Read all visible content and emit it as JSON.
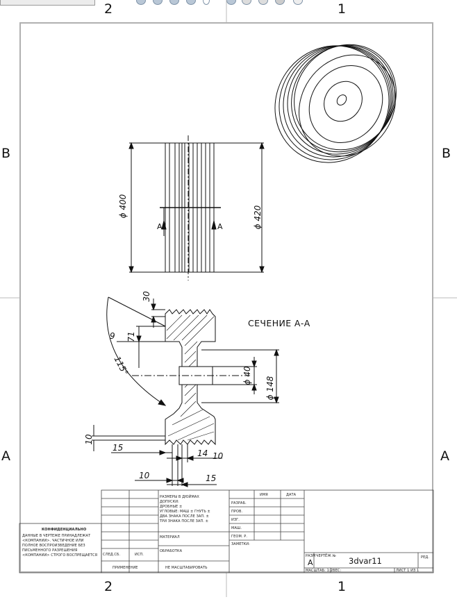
{
  "zones": {
    "top_left": "2",
    "top_right": "1",
    "bottom_left": "2",
    "bottom_right": "1",
    "left_upper": "B",
    "right_upper": "B",
    "left_lower": "A",
    "right_lower": "A"
  },
  "section": {
    "title": "СЕЧЕНИЕ А-А",
    "arrow_label": "A"
  },
  "dimensions": {
    "d400": "ϕ 400",
    "d420": "ϕ 420",
    "d40": "ϕ 40",
    "d148": "ϕ 148",
    "d30": "30",
    "d9": "9",
    "d71": "71",
    "angle": "115°",
    "d10_left": "10",
    "d15_a": "15",
    "d14": "14",
    "d10_b": "10",
    "d10_c": "10",
    "d15_b": "15"
  },
  "title_block": {
    "notes": [
      "РАЗМЕРЫ В ДЮЙМАХ",
      "ДОПУСКИ:",
      "ДРОБНЫЕ ±",
      "УГЛОВЫЕ: МАШ ±    ГНУТЬ ±",
      "ДВА ЗНАКА ПОСЛЕ ЗАП. ±",
      "ТРИ ЗНАКА ПОСЛЕ ЗАП. ±"
    ],
    "material_label": "МАТЕРИАЛ",
    "finish_label": "ОБРАБОТКА",
    "next_assy": "СЛЕД.СБ.",
    "used_on": "ИСП.",
    "application": "ПРИМЕНЕНИЕ",
    "no_scale": "НЕ МАСШТАБИРОВАТЬ",
    "col_name": "ИМЯ",
    "col_date": "ДАТА",
    "rows": [
      "РАЗРАБ.",
      "ПРОВ.",
      "ИЗГ.",
      "МАШ.",
      "ГЕОМ. Р.",
      "ЗАМЕТКИ:"
    ],
    "size_label": "РАЗМ",
    "size_value": "A",
    "drawing_no_label": "ЧЕРТЁЖ №",
    "drawing_no": "3dvar11",
    "rev_label": "РЕД.",
    "scale_label": "МАСШТАБ: 1:2",
    "weight_label": "ВЕС:",
    "sheet_label": "ЛИСТ 1 ИЗ 1"
  },
  "confidential": {
    "title": "КОНФИДЕНЦИАЛЬНО",
    "text": "ДАННЫЕ В ЧЕРТЕЖЕ ПРИНАДЛЕЖАТ <КОМПАНИИ>. ЧАСТИЧНОЕ ИЛИ ПОЛНОЕ ВОСПРОИЗВЕДЕНИЕ БЕЗ ПИСЬМЕННОГО РАЗРЕШЕНИЯ <КОМПАНИИ> СТРОГО ВОСПРЕЩАЕТСЯ"
  },
  "toolbar_icons": [
    "zoom-fit-icon",
    "zoom-area-icon",
    "zoom-icon",
    "pan-icon",
    "rotate-icon",
    "view-orient-icon",
    "display-style-icon",
    "hide-show-icon",
    "appearance-icon",
    "scene-icon"
  ]
}
